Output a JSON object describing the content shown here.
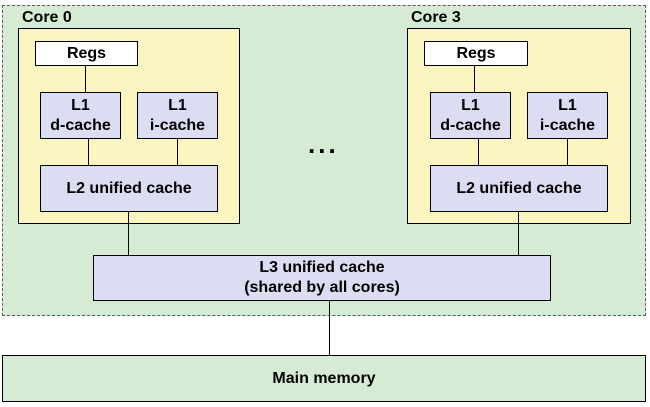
{
  "cores": [
    {
      "label": "Core 0",
      "regs": "Regs",
      "l1d": {
        "line1": "L1",
        "line2": "d-cache"
      },
      "l1i": {
        "line1": "L1",
        "line2": "i-cache"
      },
      "l2": "L2 unified cache"
    },
    {
      "label": "Core 3",
      "regs": "Regs",
      "l1d": {
        "line1": "L1",
        "line2": "d-cache"
      },
      "l1i": {
        "line1": "L1",
        "line2": "i-cache"
      },
      "l2": "L2 unified cache"
    }
  ],
  "ellipsis": "...",
  "l3": {
    "line1": "L3 unified cache",
    "line2": "(shared by all cores)"
  },
  "main_memory": "Main memory",
  "colors": {
    "chip_fill": "#d6ebd3",
    "core_fill": "#faf5c0",
    "cache_fill": "#dcdcf2",
    "regs_fill": "#ffffff"
  }
}
